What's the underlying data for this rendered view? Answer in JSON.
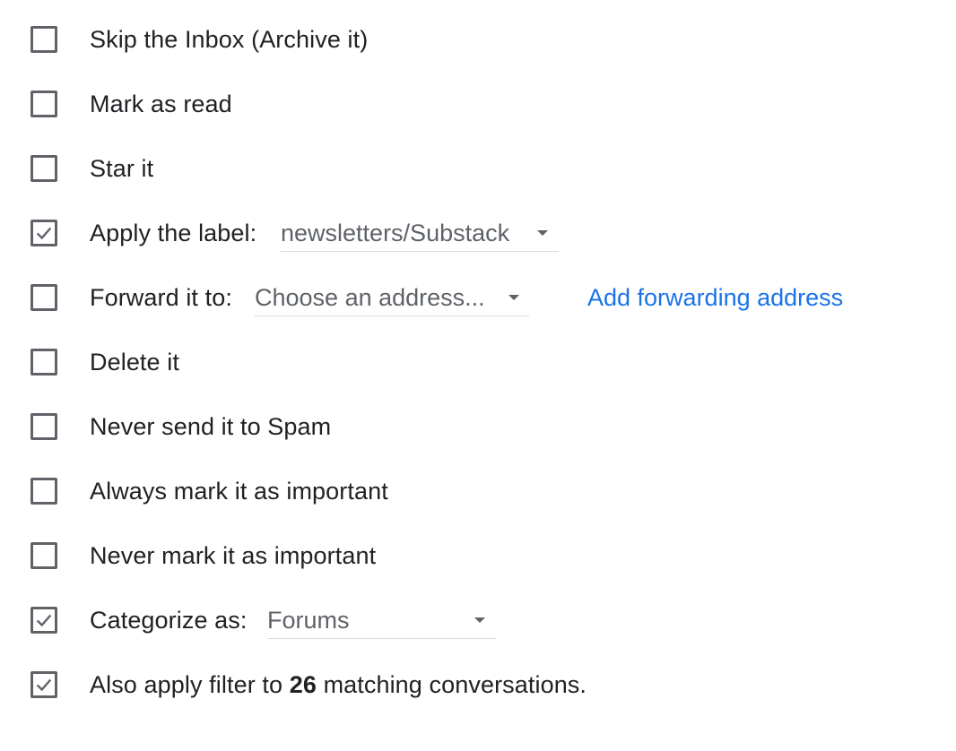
{
  "filter_actions": {
    "skip_inbox": {
      "label": "Skip the Inbox (Archive it)",
      "checked": false
    },
    "mark_read": {
      "label": "Mark as read",
      "checked": false
    },
    "star": {
      "label": "Star it",
      "checked": false
    },
    "apply_label": {
      "label": "Apply the label:",
      "checked": true,
      "selected": "newsletters/Substack"
    },
    "forward": {
      "label": "Forward it to:",
      "checked": false,
      "selected": "Choose an address...",
      "link": "Add forwarding address"
    },
    "delete": {
      "label": "Delete it",
      "checked": false
    },
    "never_spam": {
      "label": "Never send it to Spam",
      "checked": false
    },
    "always_important": {
      "label": "Always mark it as important",
      "checked": false
    },
    "never_important": {
      "label": "Never mark it as important",
      "checked": false
    },
    "categorize": {
      "label": "Categorize as:",
      "checked": true,
      "selected": "Forums"
    },
    "apply_existing": {
      "label_before": "Also apply filter to",
      "count": "26",
      "label_after": "matching conversations.",
      "checked": true
    }
  }
}
